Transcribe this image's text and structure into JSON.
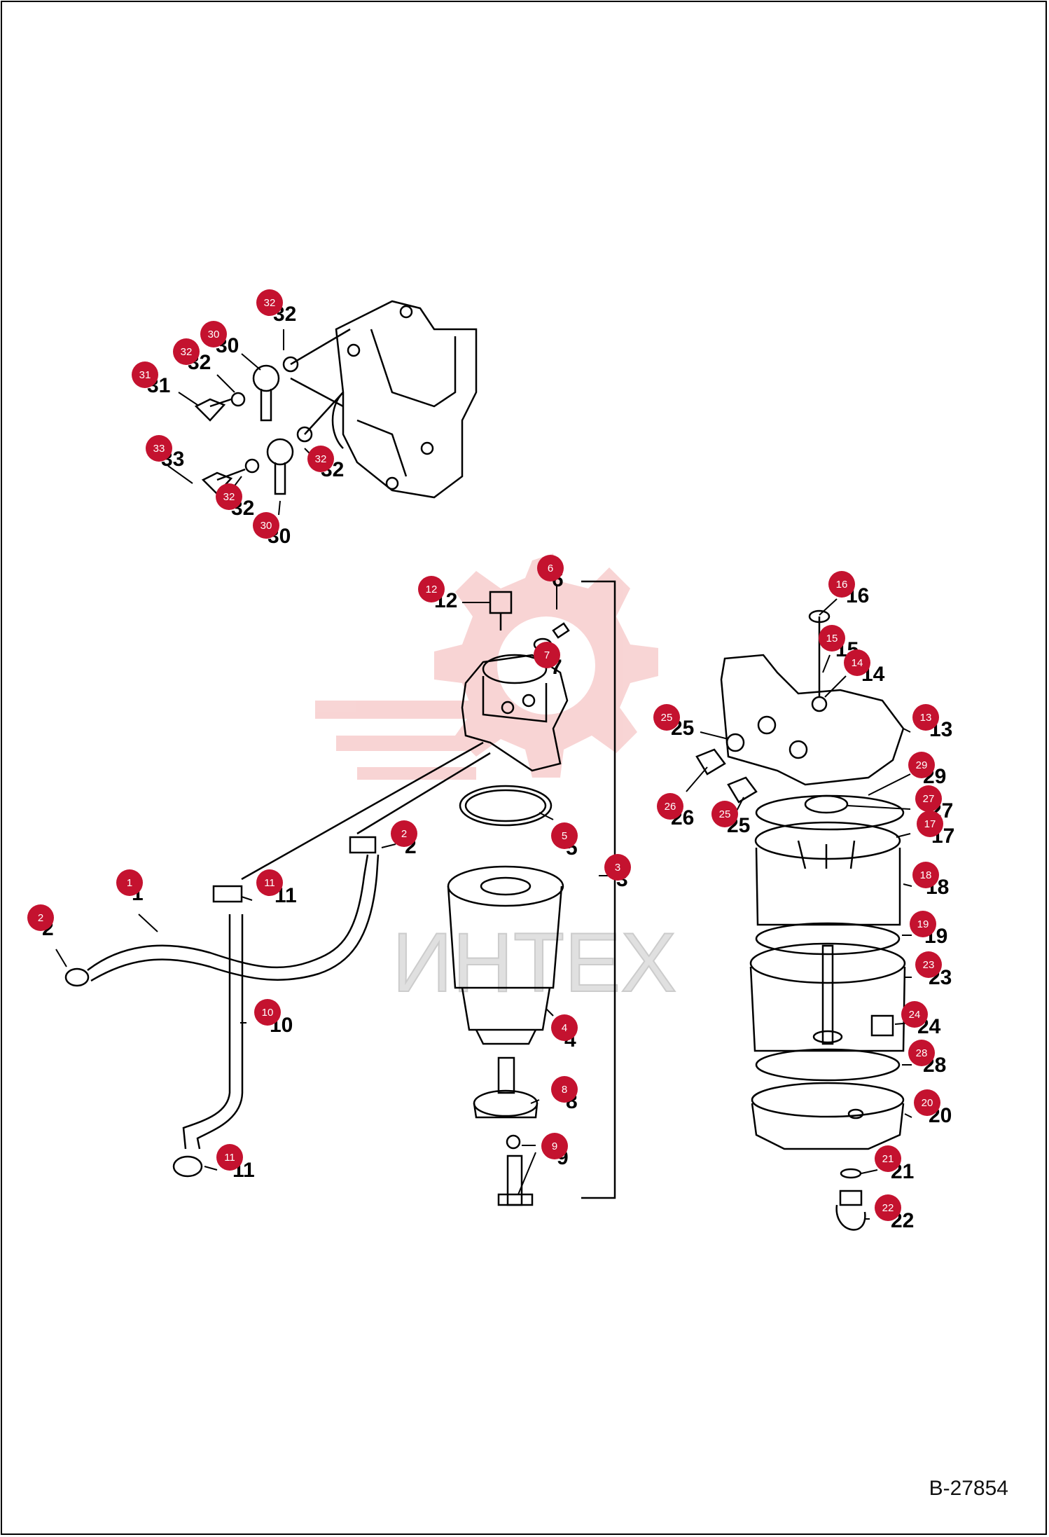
{
  "reference_code": "B-27854",
  "watermark": {
    "text": "ИНТЕХ",
    "color": "#e8a0a0"
  },
  "colors": {
    "callout": "#c4122f",
    "line": "#000000"
  },
  "callouts": [
    {
      "id": 32,
      "label": "32",
      "text": "32"
    },
    {
      "id": 30,
      "label": "30",
      "text": "30"
    },
    {
      "id": 32,
      "label": "32",
      "text": "32"
    },
    {
      "id": 31,
      "label": "31",
      "text": "31"
    },
    {
      "id": 33,
      "label": "33",
      "text": "33"
    },
    {
      "id": 32,
      "label": "32",
      "text": "32"
    },
    {
      "id": 32,
      "label": "32",
      "text": "32"
    },
    {
      "id": 30,
      "label": "30",
      "text": "30"
    },
    {
      "id": 12,
      "label": "12",
      "text": "12"
    },
    {
      "id": 6,
      "label": "6",
      "text": "6"
    },
    {
      "id": 7,
      "label": "7",
      "text": "7"
    },
    {
      "id": 5,
      "label": "5",
      "text": "5"
    },
    {
      "id": 3,
      "label": "3",
      "text": "3"
    },
    {
      "id": 2,
      "label": "2",
      "text": "2"
    },
    {
      "id": 2,
      "label": "2",
      "text": "2"
    },
    {
      "id": 1,
      "label": "1",
      "text": "1"
    },
    {
      "id": 11,
      "label": "11",
      "text": "11"
    },
    {
      "id": 10,
      "label": "10",
      "text": "10"
    },
    {
      "id": 11,
      "label": "11",
      "text": "11"
    },
    {
      "id": 4,
      "label": "4",
      "text": "4"
    },
    {
      "id": 8,
      "label": "8",
      "text": "8"
    },
    {
      "id": 9,
      "label": "9",
      "text": "9"
    },
    {
      "id": 16,
      "label": "16",
      "text": "16"
    },
    {
      "id": 15,
      "label": "15",
      "text": "15"
    },
    {
      "id": 14,
      "label": "14",
      "text": "14"
    },
    {
      "id": 13,
      "label": "13",
      "text": "13"
    },
    {
      "id": 25,
      "label": "25",
      "text": "25"
    },
    {
      "id": 29,
      "label": "29",
      "text": "29"
    },
    {
      "id": 27,
      "label": "27",
      "text": "27"
    },
    {
      "id": 17,
      "label": "17",
      "text": "17"
    },
    {
      "id": 26,
      "label": "26",
      "text": "26"
    },
    {
      "id": 25,
      "label": "25",
      "text": "25"
    },
    {
      "id": 18,
      "label": "18",
      "text": "18"
    },
    {
      "id": 19,
      "label": "19",
      "text": "19"
    },
    {
      "id": 23,
      "label": "23",
      "text": "23"
    },
    {
      "id": 24,
      "label": "24",
      "text": "24"
    },
    {
      "id": 28,
      "label": "28",
      "text": "28"
    },
    {
      "id": 20,
      "label": "20",
      "text": "20"
    },
    {
      "id": 21,
      "label": "21",
      "text": "21"
    },
    {
      "id": 22,
      "label": "22",
      "text": "22"
    }
  ]
}
